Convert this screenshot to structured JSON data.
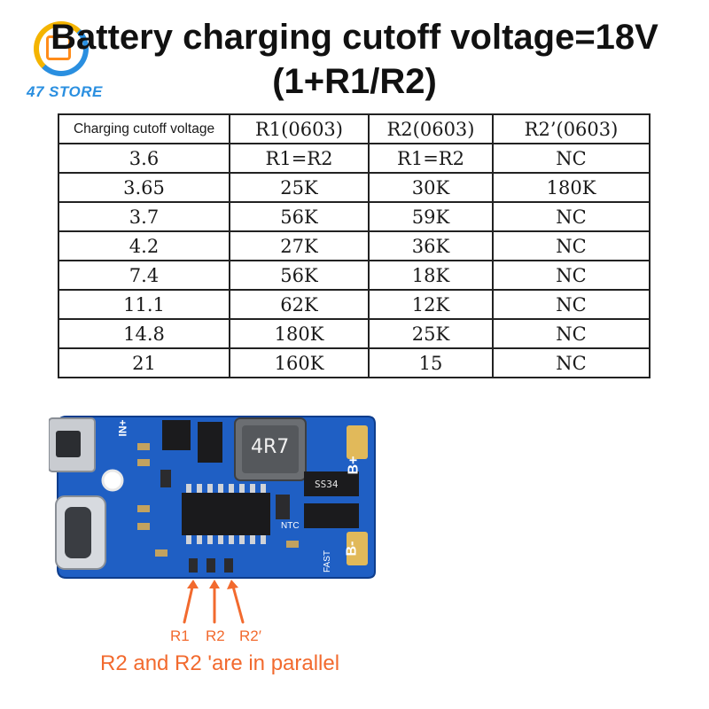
{
  "logo": {
    "text": "47 STORE",
    "icon": "chip-circle-logo-icon"
  },
  "title": {
    "line1": "Battery charging cutoff voltage=18V",
    "line2": "(1+R1/R2)"
  },
  "table": {
    "headers": [
      "Charging cutoff voltage",
      "R1(0603)",
      "R2(0603)",
      "R2’(0603)"
    ],
    "rows": [
      [
        "3.6",
        "R1=R2",
        "R1=R2",
        "NC"
      ],
      [
        "3.65",
        "25K",
        "30K",
        "180K"
      ],
      [
        "3.7",
        "56K",
        "59K",
        "NC"
      ],
      [
        "4.2",
        "27K",
        "36K",
        "NC"
      ],
      [
        "7.4",
        "56K",
        "18K",
        "NC"
      ],
      [
        "11.1",
        "62K",
        "12K",
        "NC"
      ],
      [
        "14.8",
        "180K",
        "25K",
        "NC"
      ],
      [
        "21",
        "160K",
        "15",
        "NC"
      ]
    ]
  },
  "board": {
    "inductor_label": "4R7",
    "diode_label": "SS34",
    "pad_labels": {
      "in_plus": "IN+",
      "b_plus": "B+",
      "b_minus": "B-",
      "fast": "FAST",
      "ntc": "NTC"
    },
    "colors": {
      "pcb": "#1f5fc4",
      "silk": "#ffffff"
    }
  },
  "annotations": {
    "r1": "R1",
    "r2": "R2",
    "r2p": "R2′",
    "note": "R2 and R2 'are in parallel",
    "color": "#f26a2e"
  }
}
